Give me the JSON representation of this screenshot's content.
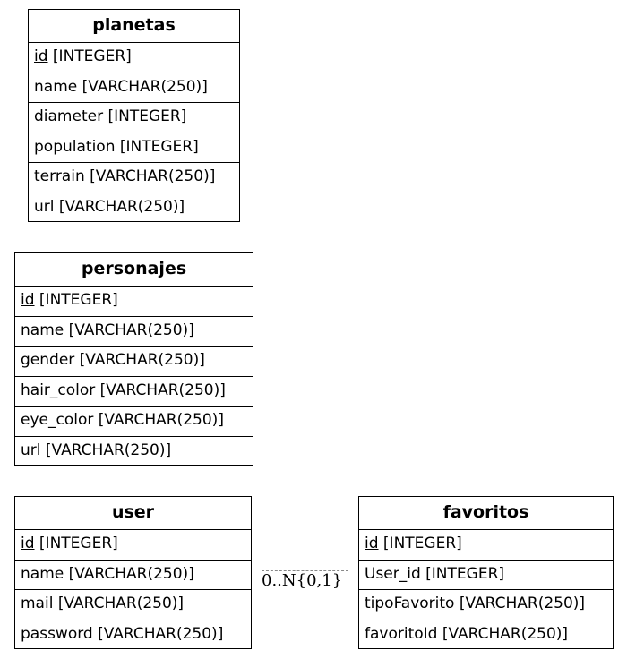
{
  "entities": [
    {
      "name": "planetas",
      "fields": [
        {
          "pk": "id",
          "type": " [INTEGER]"
        },
        {
          "text": "name [VARCHAR(250)]"
        },
        {
          "text": "diameter [INTEGER]"
        },
        {
          "text": "population [INTEGER]"
        },
        {
          "text": "terrain [VARCHAR(250)]"
        },
        {
          "text": "url [VARCHAR(250)]"
        }
      ]
    },
    {
      "name": "personajes",
      "fields": [
        {
          "pk": "id",
          "type": " [INTEGER]"
        },
        {
          "text": "name [VARCHAR(250)]"
        },
        {
          "text": "gender [VARCHAR(250)]"
        },
        {
          "text": "hair_color [VARCHAR(250)]"
        },
        {
          "text": "eye_color [VARCHAR(250)]"
        },
        {
          "text": "url [VARCHAR(250)]"
        }
      ]
    },
    {
      "name": "user",
      "fields": [
        {
          "pk": "id",
          "type": " [INTEGER]"
        },
        {
          "text": "name [VARCHAR(250)]"
        },
        {
          "text": "mail [VARCHAR(250)]"
        },
        {
          "text": "password [VARCHAR(250)]"
        }
      ]
    },
    {
      "name": "favoritos",
      "fields": [
        {
          "pk": "id",
          "type": " [INTEGER]"
        },
        {
          "text": "User_id [INTEGER]"
        },
        {
          "text": "tipoFavorito [VARCHAR(250)]"
        },
        {
          "text": "favoritoId [VARCHAR(250)]"
        }
      ]
    }
  ],
  "relationship": {
    "label": "0..N{0,1}",
    "from": "user",
    "to": "favoritos"
  }
}
